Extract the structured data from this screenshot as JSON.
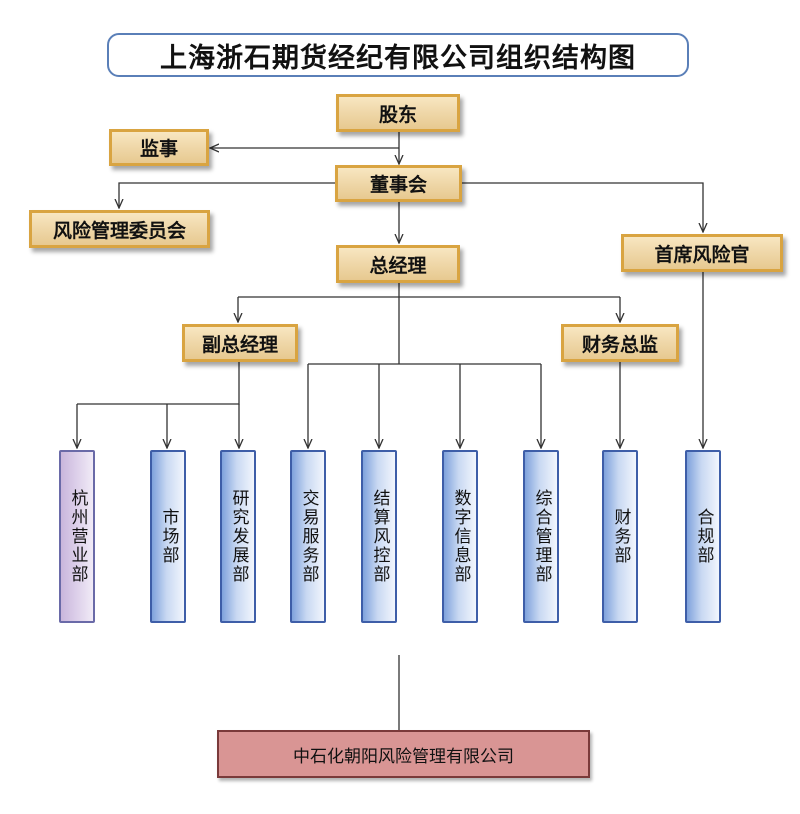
{
  "title": "上海浙石期货经纪有限公司组织结构图",
  "nodes": {
    "shareholders": "股东",
    "supervisor": "监事",
    "board": "董事会",
    "risk_committee": "风险管理委员会",
    "cro": "首席风险官",
    "gm": "总经理",
    "deputy_gm": "副总经理",
    "finance_director": "财务总监"
  },
  "departments": [
    {
      "label": "杭州营业部"
    },
    {
      "label": "市场部"
    },
    {
      "label": "研究发展部"
    },
    {
      "label": "交易服务部"
    },
    {
      "label": "结算风控部"
    },
    {
      "label": "数字信息部"
    },
    {
      "label": "综合管理部"
    },
    {
      "label": "财务部"
    },
    {
      "label": "合规部"
    }
  ],
  "subsidiary": "中石化朝阳风险管理有限公司",
  "colors": {
    "title_border": "#5a7fb8",
    "mgmt_box_border": "#d9a441",
    "mgmt_box_fill": "#efd7a8",
    "dept_border": "#3e5ea8",
    "dept_fill": "#c8d8f2",
    "branch_fill": "#ddd0ea",
    "subsidiary_fill": "#d99594",
    "line": "#333333"
  }
}
